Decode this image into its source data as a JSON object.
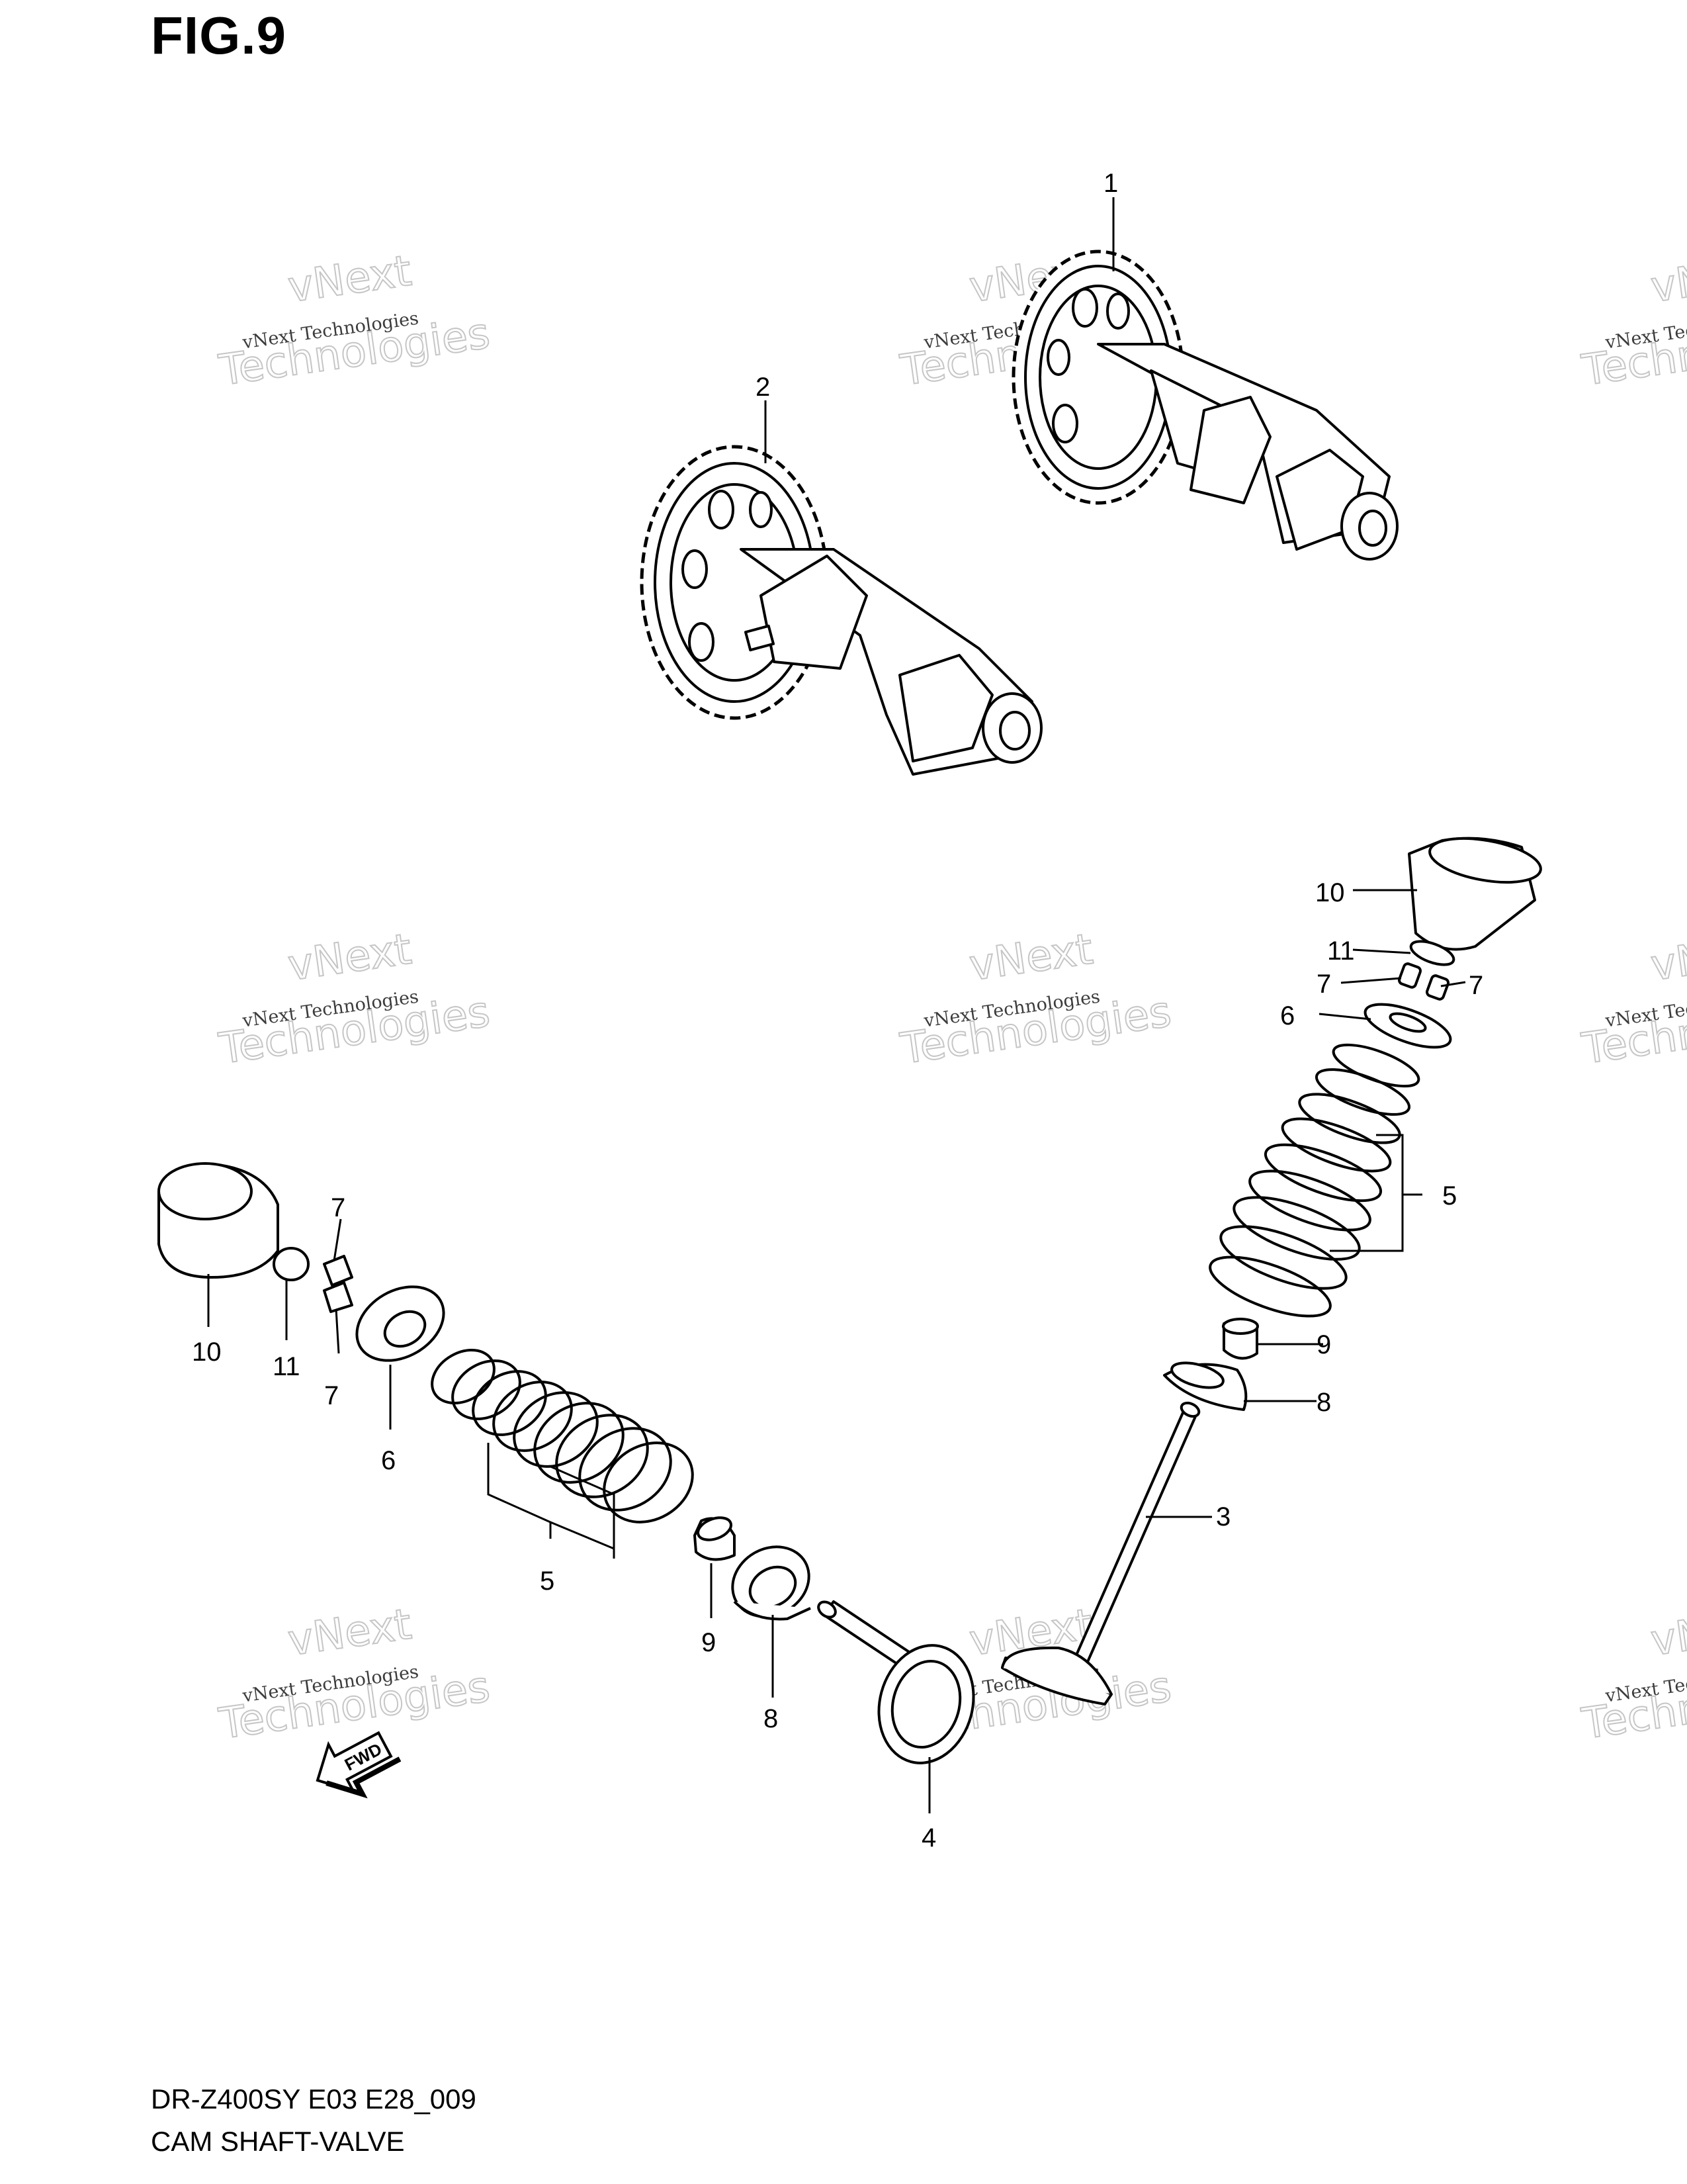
{
  "figure": {
    "label": "FIG.9"
  },
  "watermark": {
    "line1": "vNext",
    "line2": "vNext Technologies",
    "line3": "Technologies"
  },
  "callouts": {
    "upper_camshaft": "1",
    "lower_camshaft": "2",
    "right_valve": "3",
    "left_valve": "4",
    "right_spring": "5",
    "left_spring": "5",
    "right_retainer": "6",
    "left_retainer": "6",
    "right_cotter_a": "7",
    "right_cotter_b": "7",
    "left_cotter_a": "7",
    "left_cotter_b": "7",
    "right_spring_seat": "8",
    "left_spring_seat": "8",
    "right_stem_seal": "9",
    "left_stem_seal": "9",
    "right_tappet": "10",
    "left_tappet": "10",
    "right_shim": "11",
    "left_shim": "11"
  },
  "fwd_label": "FWD",
  "footer": {
    "model_code": "DR-Z400SY E03 E28_009",
    "part_name": "CAM SHAFT-VALVE"
  }
}
